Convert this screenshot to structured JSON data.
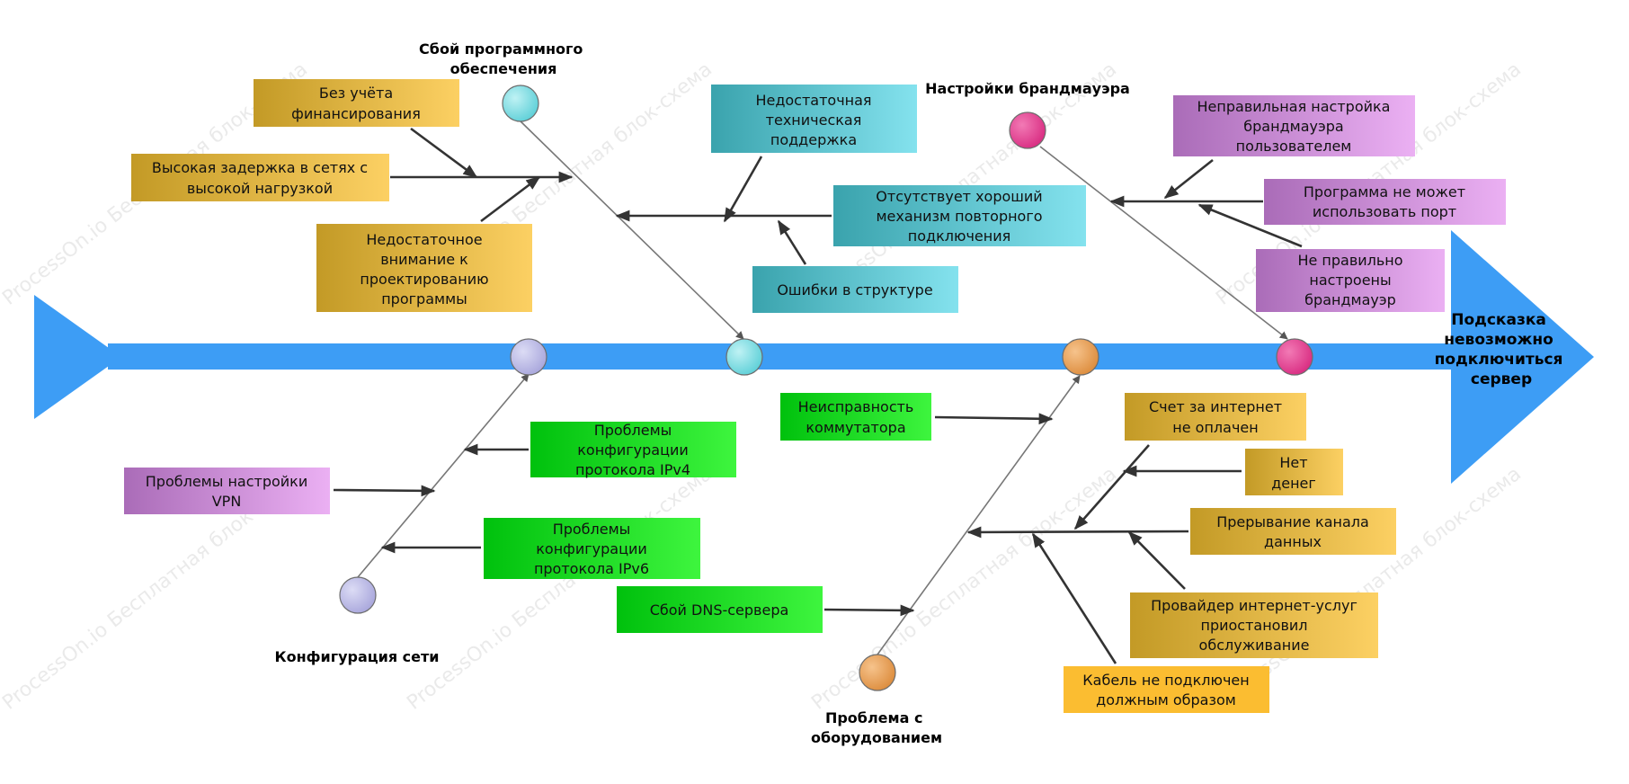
{
  "watermark": "ProcessOn.io Бесплатная блок-схема",
  "head": "Подсказка невозможно подключиться сервер",
  "categories": {
    "software": "Сбой программного обеспечения",
    "firewall": "Настройки брандмауэра",
    "network": "Конфигурация сети",
    "hardware": "Проблема с оборудованием"
  },
  "causes": {
    "no_funding": "Без учёта финансирования",
    "high_latency": "Высокая задержка в сетях с высокой нагрузкой",
    "design_attention": "Недостаточное внимание к проектированию программы",
    "tech_support": "Недостаточная техническая поддержка",
    "reconnect": "Отсутствует хороший механизм повторного подключения",
    "structure_errors": "Ошибки в структуре",
    "user_firewall": "Неправильная настройка брандмауэра пользователем",
    "port": "Программа не может использовать порт",
    "misconfigured_fw": "Не правильно настроены брандмауэр",
    "vpn": "Проблемы настройки VPN",
    "ipv4": "Проблемы конфигурации протокола IPv4",
    "ipv6": "Проблемы конфигурации протокола IPv6",
    "switch": "Неисправность коммутатора",
    "dns": "Сбой DNS-сервера",
    "internet_bill": "Счет за интернет не оплачен",
    "no_money": "Нет денег",
    "channel": "Прерывание канала данных",
    "provider": "Провайдер интернет-услуг приостановил обслуживание",
    "cable": "Кабель не подключен должным образом"
  },
  "colors": {
    "spine": "#3d9df5",
    "gold_start": "#c39a26",
    "gold_end": "#fcd063",
    "teal_start": "#3aa3ad",
    "teal_end": "#84e2ee",
    "purple_start": "#aa6cb8",
    "purple_end": "#ebb0f3",
    "green_start": "#00c10d",
    "green_end": "#3ef53e",
    "orange_solid": "#fbbd31",
    "node_lavender": "#b9b8e3",
    "node_cyan": "#7fdde2",
    "node_orange": "#e8a055",
    "node_pink": "#e24190"
  }
}
